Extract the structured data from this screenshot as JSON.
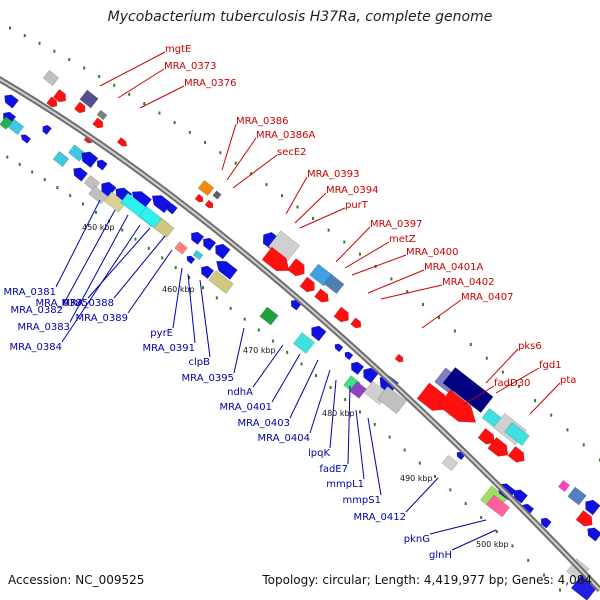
{
  "title": "Mycobacterium tuberculosis H37Ra, complete genome",
  "footer": {
    "accession": "Accession: NC_009525",
    "topology": "Topology: circular; Length: 4,419,977 bp; Genes: 4,084"
  },
  "colors": {
    "forward_label": "#cc0000",
    "reverse_label": "#0000aa",
    "backbone": "#888888",
    "tick": "#2e7d1e"
  },
  "scale_ticks": [
    {
      "label": "450 kbp"
    },
    {
      "label": "460 kbp"
    },
    {
      "label": "470 kbp"
    },
    {
      "label": "480 kbp"
    },
    {
      "label": "490 kbp"
    },
    {
      "label": "500 kbp"
    }
  ],
  "forward_genes": [
    {
      "label": "mgtE"
    },
    {
      "label": "MRA_0373"
    },
    {
      "label": "MRA_0376"
    },
    {
      "label": "MRA_0386"
    },
    {
      "label": "MRA_0386A"
    },
    {
      "label": "secE2"
    },
    {
      "label": "MRA_0393"
    },
    {
      "label": "MRA_0394"
    },
    {
      "label": "purT"
    },
    {
      "label": "MRA_0397"
    },
    {
      "label": "metZ"
    },
    {
      "label": "MRA_0400"
    },
    {
      "label": "MRA_0401A"
    },
    {
      "label": "MRA_0402"
    },
    {
      "label": "MRA_0407"
    },
    {
      "label": "fadD30"
    },
    {
      "label": "pks6"
    },
    {
      "label": "fgd1"
    },
    {
      "label": "pta"
    }
  ],
  "reverse_genes": [
    {
      "label": "MRA_0381"
    },
    {
      "label": "MRA_0382"
    },
    {
      "label": "MRA_0383"
    },
    {
      "label": "MRA_0384"
    },
    {
      "label": "MRA_0385"
    },
    {
      "label": "MRA_0388"
    },
    {
      "label": "MRA_0389"
    },
    {
      "label": "pyrE"
    },
    {
      "label": "MRA_0391"
    },
    {
      "label": "clpB"
    },
    {
      "label": "MRA_0395"
    },
    {
      "label": "ndhA"
    },
    {
      "label": "MRA_0401"
    },
    {
      "label": "MRA_0403"
    },
    {
      "label": "MRA_0404"
    },
    {
      "label": "lpqK"
    },
    {
      "label": "fadE7"
    },
    {
      "label": "mmpL1"
    },
    {
      "label": "mmpS1"
    },
    {
      "label": "MRA_0412"
    },
    {
      "label": "pknG"
    },
    {
      "label": "glnH"
    }
  ]
}
